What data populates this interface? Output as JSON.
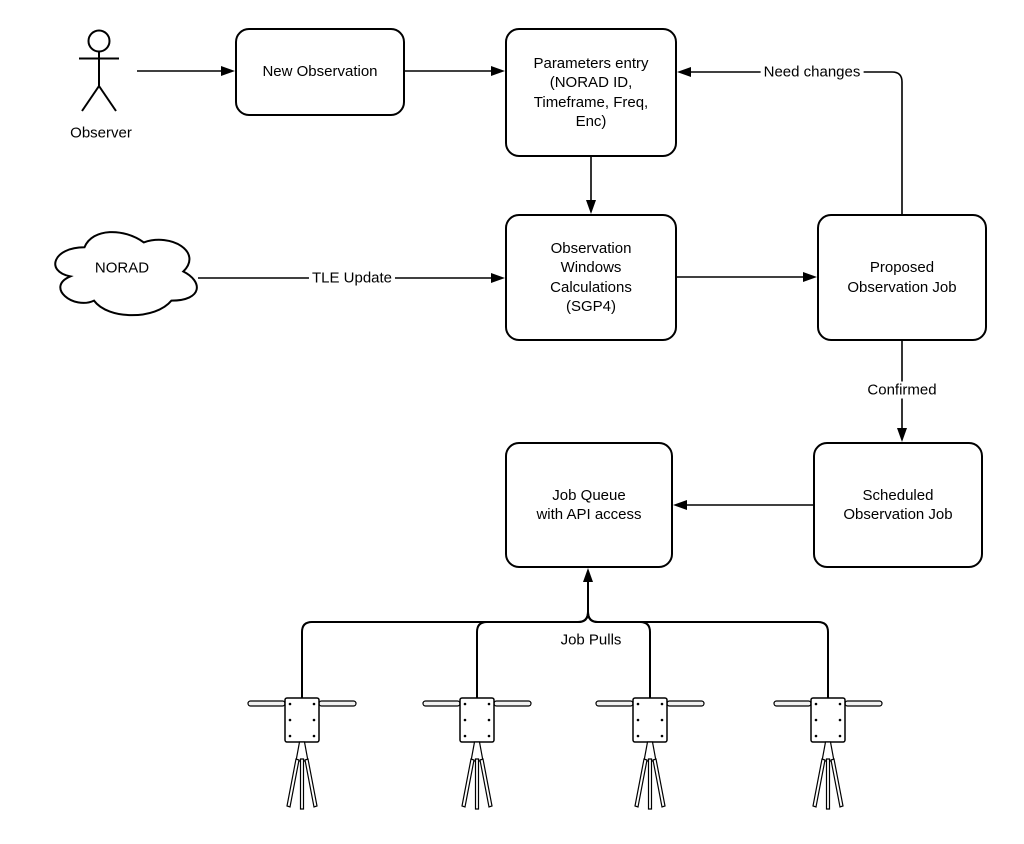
{
  "title": "Observation scheduling flow diagram",
  "colors": {
    "stroke": "#000000",
    "background": "#ffffff",
    "station_fill": "#f2f2f2"
  },
  "nodes": {
    "observer": {
      "label": "Observer"
    },
    "new_observation": {
      "label": "New Observation"
    },
    "parameters_entry": {
      "label": "Parameters entry\n(NORAD ID,\nTimeframe, Freq,\nEnc)"
    },
    "norad": {
      "label": "NORAD"
    },
    "windows_calculations": {
      "label": "Observation\nWindows\nCalculations\n(SGP4)"
    },
    "proposed_job": {
      "label": "Proposed\nObservation Job"
    },
    "scheduled_job": {
      "label": "Scheduled\nObservation Job"
    },
    "job_queue": {
      "label": "Job Queue\nwith API access"
    }
  },
  "edges": {
    "need_changes": {
      "label": "Need changes"
    },
    "tle_update": {
      "label": "TLE Update"
    },
    "confirmed": {
      "label": "Confirmed"
    },
    "job_pulls": {
      "label": "Job Pulls"
    }
  },
  "ground_stations": {
    "count": 4
  }
}
